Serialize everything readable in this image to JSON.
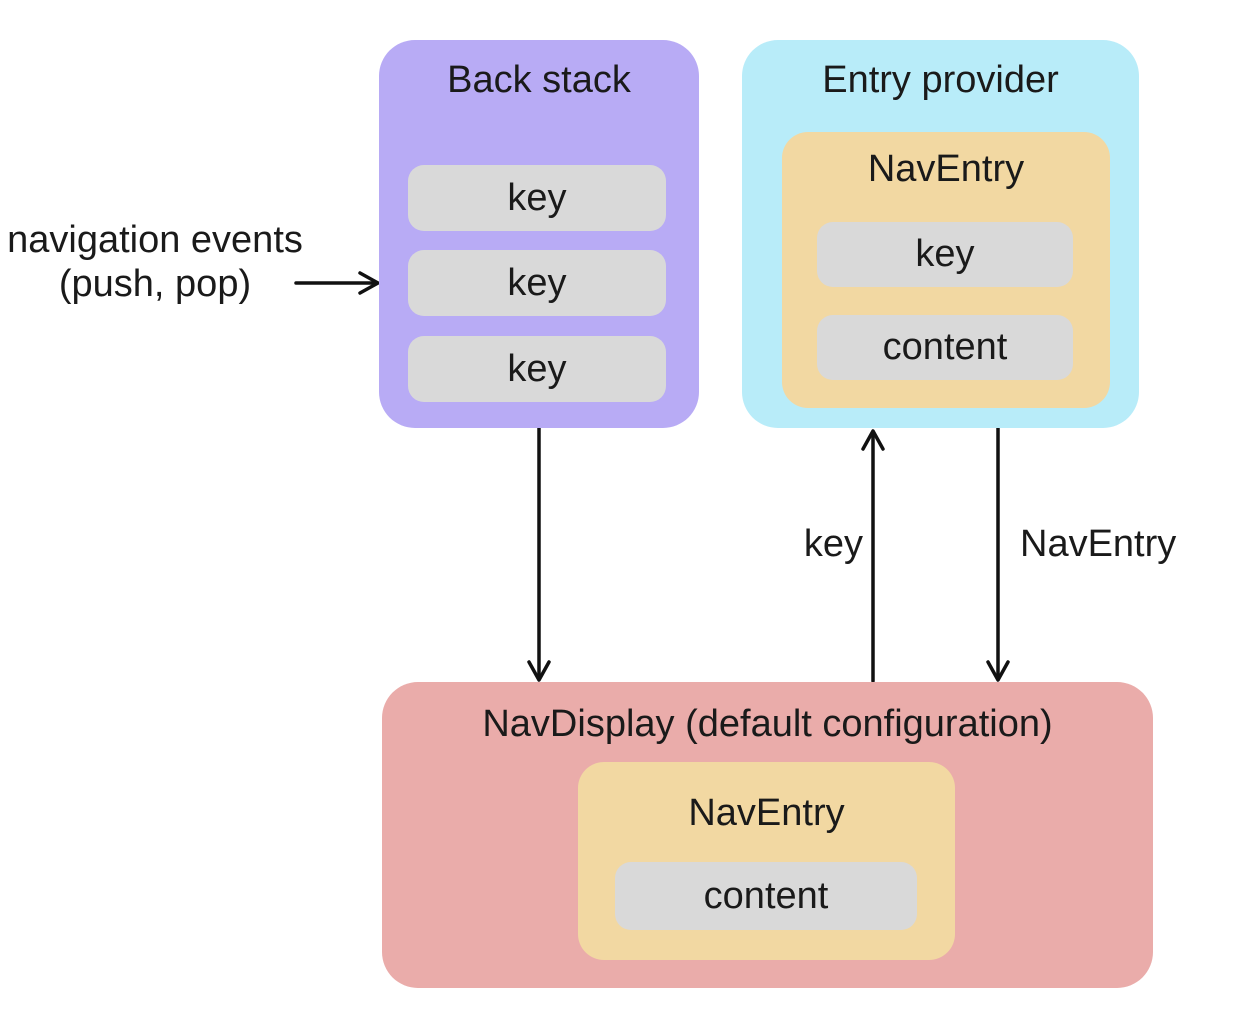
{
  "diagram": {
    "back_stack": {
      "title": "Back stack",
      "keys": [
        "key",
        "key",
        "key"
      ]
    },
    "entry_provider": {
      "title": "Entry provider",
      "nav_entry": {
        "title": "NavEntry",
        "key": "key",
        "content": "content"
      }
    },
    "nav_display": {
      "title": "NavDisplay (default configuration)",
      "nav_entry": {
        "title": "NavEntry",
        "content": "content"
      }
    },
    "labels": {
      "nav_events_line1": "navigation events",
      "nav_events_line2": "(push, pop)",
      "key": "key",
      "nav_entry": "NavEntry"
    },
    "arrows": [
      {
        "from": "navigation events (push, pop)",
        "to": "Back stack",
        "direction": "right",
        "label": ""
      },
      {
        "from": "Back stack",
        "to": "NavDisplay",
        "direction": "down",
        "label": ""
      },
      {
        "from": "NavDisplay",
        "to": "Entry provider",
        "direction": "up",
        "label": "key"
      },
      {
        "from": "Entry provider",
        "to": "NavDisplay",
        "direction": "down",
        "label": "NavEntry"
      }
    ],
    "colors": {
      "back_stack_fill": "#b8abf5",
      "entry_provider_fill": "#b8ecf9",
      "nav_entry_fill": "#f2d8a2",
      "pill_fill": "#d9d9d9",
      "nav_display_fill": "#eaacaa",
      "arrow_stroke": "#111111",
      "text": "#1a1a1a",
      "background": "#ffffff"
    }
  }
}
